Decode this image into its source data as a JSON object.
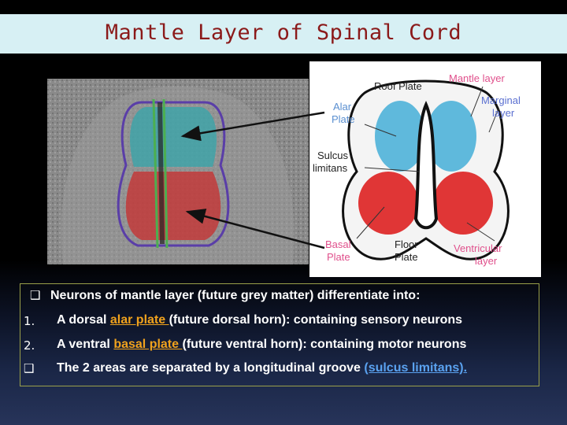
{
  "title": "Mantle Layer of Spinal Cord",
  "diagram_labels": {
    "roof_plate": "Roof Plate",
    "mantle_layer": "Mantle layer",
    "marginal_layer_1": "Marginal",
    "marginal_layer_2": "layer",
    "alar_plate_1": "Alar",
    "alar_plate_2": "Plate",
    "sulcus_1": "Sulcus",
    "sulcus_2": "limitans",
    "basal_plate_1": "Basal",
    "basal_plate_2": "Plate",
    "floor_plate_1": "Floor",
    "floor_plate_2": "Plate",
    "ventricular_1": "Ventricular",
    "ventricular_2": "layer"
  },
  "text": {
    "intro": "Neurons of mantle layer (future grey matter) differentiate into:",
    "item1_marker": "1.",
    "item1_a": "A dorsal ",
    "item1_hl": "alar plate ",
    "item1_b": "(future dorsal horn): containing sensory neurons",
    "item2_marker": "2.",
    "item2_a": "A ventral ",
    "item2_hl": "basal plate ",
    "item2_b": "(future ventral horn): containing motor neurons",
    "item3_a": "The 2 areas are separated by a longitudinal groove ",
    "item3_hl": "(sulcus limitans)."
  },
  "colors": {
    "title": "#8b1a1a",
    "title_band": "#d7f0f4",
    "alar": "#4fb3d9",
    "basal": "#e03636",
    "highlight_orange": "#f0a21d",
    "highlight_blue": "#5aa2f0",
    "label_pink": "#e0508c",
    "label_blue": "#5a6fd0"
  },
  "icons": [
    "checkbox-bullet-icon",
    "arrow-icon"
  ]
}
